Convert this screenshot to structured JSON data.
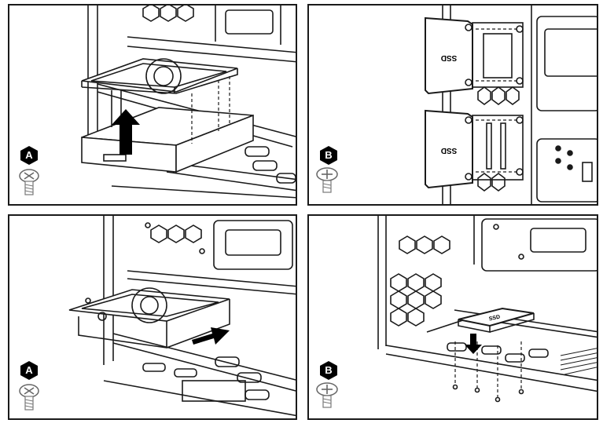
{
  "panels": [
    {
      "id": "p1",
      "screw_label": "A",
      "screw_type": "cross-screw-icon",
      "drive_label": ""
    },
    {
      "id": "p2",
      "screw_label": "B",
      "screw_type": "pan-head-screw-icon",
      "drive_label": "SSD"
    },
    {
      "id": "p3",
      "screw_label": "A",
      "screw_type": "cross-screw-icon",
      "drive_label": ""
    },
    {
      "id": "p4",
      "screw_label": "B",
      "screw_type": "pan-head-screw-icon",
      "drive_label": "SSD"
    }
  ],
  "colors": {
    "line": "#1a1a1a",
    "fill": "#ffffff",
    "accent": "#000000"
  }
}
